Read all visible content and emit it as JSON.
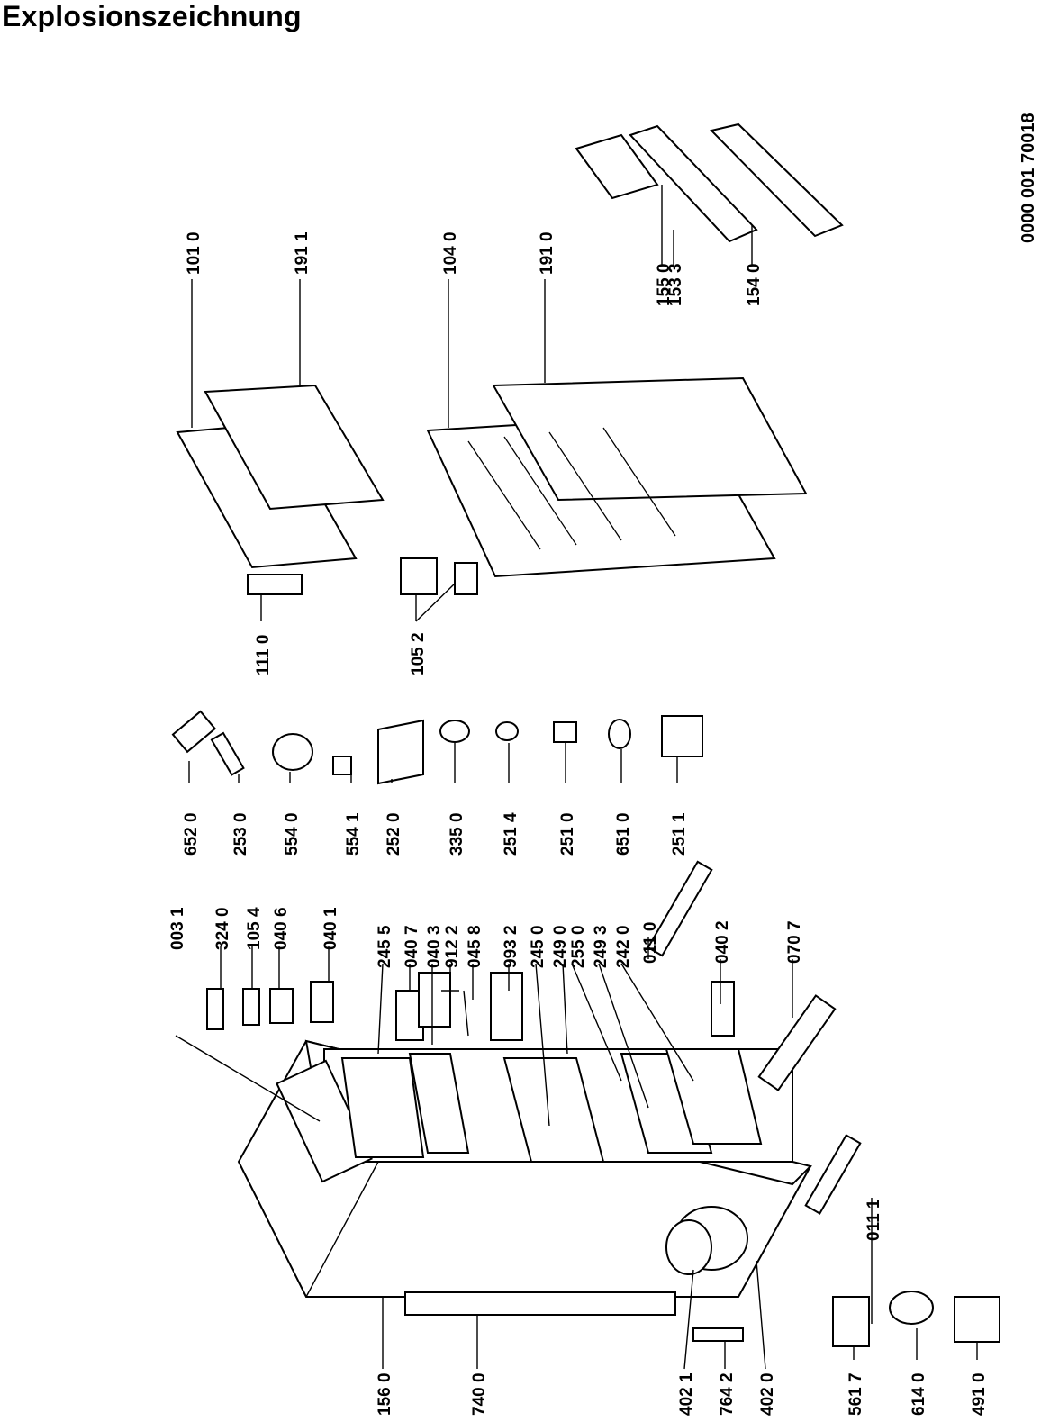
{
  "title": "Explosionszeichnung",
  "document_number": "0000  001 70018",
  "callouts": [
    "003 1",
    "324 0",
    "105 4",
    "040 6",
    "040 1",
    "245 5",
    "040 7",
    "040 3",
    "912 2",
    "045 8",
    "993 2",
    "245 0",
    "249 0",
    "255 0",
    "249 3",
    "242 0",
    "011 0",
    "040 2",
    "070 7",
    "011 1",
    "156 0",
    "740 0",
    "402 1",
    "764 2",
    "402 0",
    "561 7",
    "614 0",
    "491 0",
    "652 0",
    "253 0",
    "554 0",
    "554 1",
    "252 0",
    "335 0",
    "251 4",
    "251 0",
    "651 0",
    "251 1",
    "111 0",
    "105 2",
    "101 0",
    "191 1",
    "104 0",
    "191 0",
    "155 0",
    "153 3",
    "154 0"
  ]
}
